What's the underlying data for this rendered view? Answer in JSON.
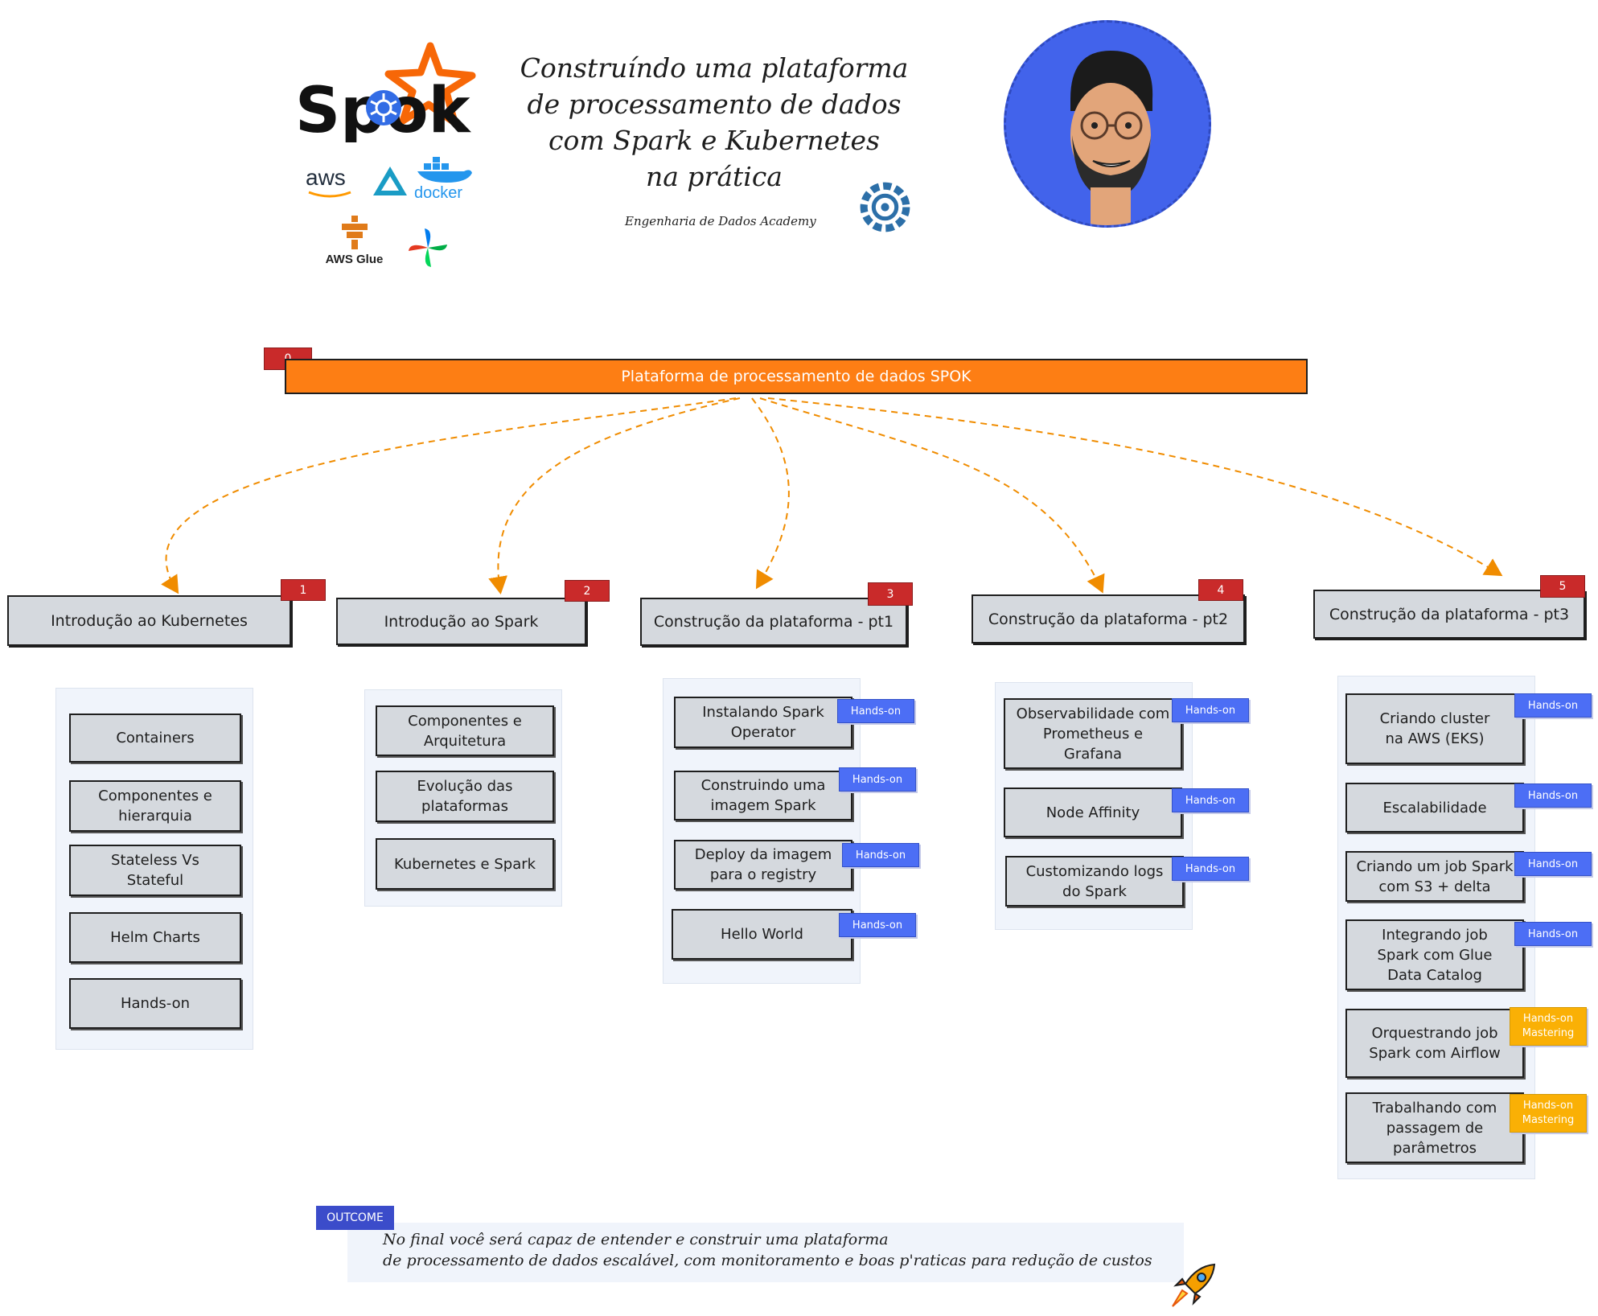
{
  "header": {
    "title_lines": [
      "Construíndo uma plataforma",
      "de processamento de dados",
      "com Spark e Kubernetes",
      "na prática"
    ],
    "subtitle": "Engenharia de Dados Academy",
    "spok_logo_text": "Spok",
    "tech_logos": {
      "aws": "aws",
      "docker": "docker",
      "aws_glue": "AWS Glue"
    }
  },
  "root": {
    "number": "0",
    "label": "Plataforma de processamento de dados SPOK"
  },
  "modules": [
    {
      "number": "1",
      "title": "Introdução ao Kubernetes",
      "items": [
        {
          "label": "Containers",
          "tags": []
        },
        {
          "label": "Componentes e\nhierarquia",
          "tags": []
        },
        {
          "label": "Stateless Vs\nStateful",
          "tags": []
        },
        {
          "label": "Helm Charts",
          "tags": []
        },
        {
          "label": "Hands-on",
          "tags": []
        }
      ]
    },
    {
      "number": "2",
      "title": "Introdução ao Spark",
      "items": [
        {
          "label": "Componentes e\nArquitetura",
          "tags": []
        },
        {
          "label": "Evolução das\nplataformas",
          "tags": []
        },
        {
          "label": "Kubernetes e Spark",
          "tags": []
        }
      ]
    },
    {
      "number": "3",
      "title": "Construção da plataforma - pt1",
      "items": [
        {
          "label": "Instalando Spark\nOperator",
          "tags": [
            "Hands-on"
          ]
        },
        {
          "label": "Construindo uma\nimagem Spark",
          "tags": [
            "Hands-on"
          ]
        },
        {
          "label": "Deploy da imagem\npara o registry",
          "tags": [
            "Hands-on"
          ]
        },
        {
          "label": "Hello World",
          "tags": [
            "Hands-on"
          ]
        }
      ]
    },
    {
      "number": "4",
      "title": "Construção da plataforma - pt2",
      "items": [
        {
          "label": "Observabilidade com\nPrometheus e\nGrafana",
          "tags": [
            "Hands-on"
          ]
        },
        {
          "label": "Node Affinity",
          "tags": [
            "Hands-on"
          ]
        },
        {
          "label": "Customizando logs\ndo Spark",
          "tags": [
            "Hands-on"
          ]
        }
      ]
    },
    {
      "number": "5",
      "title": "Construção da plataforma - pt3",
      "items": [
        {
          "label": "Criando cluster\nna AWS (EKS)",
          "tags": [
            "Hands-on"
          ]
        },
        {
          "label": "Escalabilidade",
          "tags": [
            "Hands-on"
          ]
        },
        {
          "label": "Criando um job Spark\ncom S3 + delta",
          "tags": [
            "Hands-on"
          ]
        },
        {
          "label": "Integrando job\nSpark com Glue\nData Catalog",
          "tags": [
            "Hands-on"
          ]
        },
        {
          "label": "Orquestrando job\nSpark com Airflow",
          "tags": [
            "Hands-on\nMastering"
          ]
        },
        {
          "label": "Trabalhando com\npassagem de\nparâmetros",
          "tags": [
            "Hands-on\nMastering"
          ]
        }
      ]
    }
  ],
  "outcome": {
    "tag": "OUTCOME",
    "lines": [
      "No final você será capaz de entender e construir uma plataforma",
      "de processamento de dados escalável, com monitoramento e boas p'raticas para redução de custos"
    ]
  },
  "colors": {
    "root_bar": "#fd7e14",
    "number_badge": "#c92a2a",
    "module_fill": "#d5d9de",
    "hands_on_tag": "#4c6ef5",
    "mastering_tag": "#fab005",
    "outcome_tag": "#3b4cca",
    "avatar_ring": "#4263eb",
    "arrow": "#f08c00"
  },
  "icons": [
    "spok-star-logo",
    "kubernetes-wheel-icon",
    "aws-logo",
    "aws-sagemaker-icon",
    "docker-whale-icon",
    "aws-glue-icon",
    "airflow-pinwheel-icon",
    "engenharia-dados-gear-icon",
    "avatar-cartoon",
    "rocket-icon"
  ]
}
